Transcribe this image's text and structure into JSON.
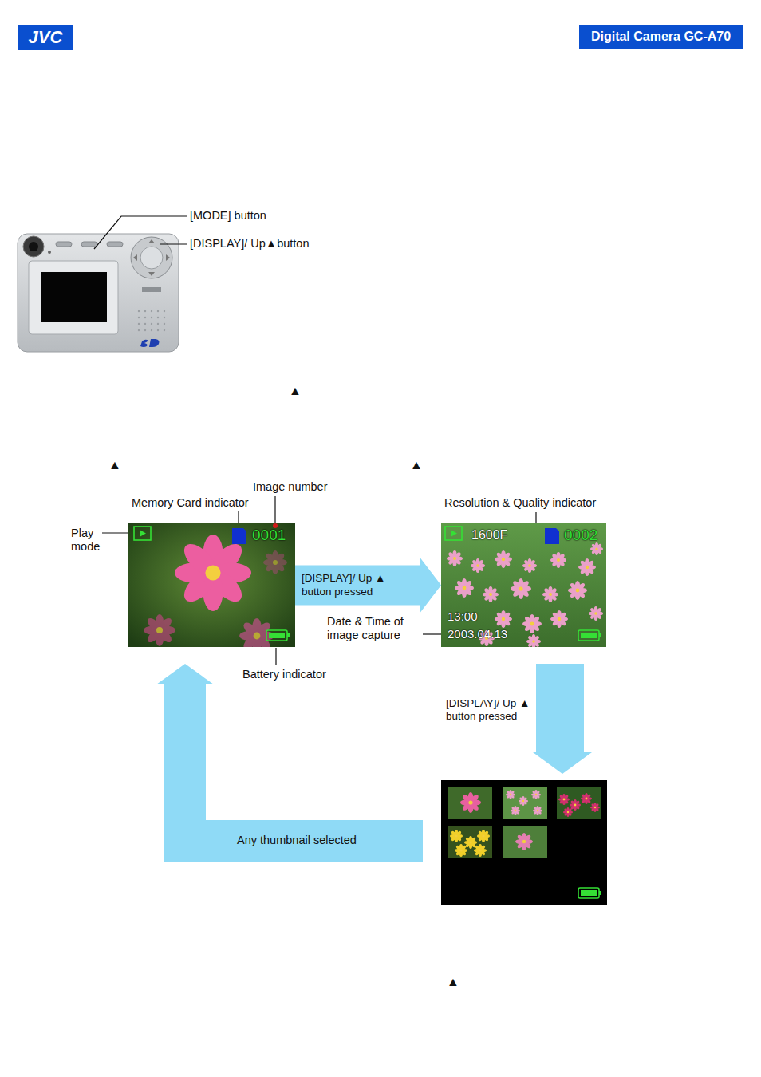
{
  "diagram": {
    "nodes": [
      {
        "text": [
          "JVC"
        ]
      },
      {
        "text": [
          "Digital Camera GC-A70"
        ]
      },
      {
        "text": [
          "0001"
        ]
      },
      {
        "text": [
          "1600F",
          "0002",
          "13:00",
          "2003.04.13"
        ]
      }
    ],
    "edges": [
      {
        "from": 2,
        "to": 3,
        "arrow": "to",
        "label": "[DISPLAY]/ Up ▲ button pressed"
      }
    ],
    "labels": [
      "[MODE] button",
      "[DISPLAY]/ Up▲button",
      "▲",
      "▲",
      "▲",
      "Image number",
      "Memory Card indicator",
      "Play mode",
      "Resolution & Quality indicator",
      "Date & Time of image capture",
      "Battery indicator",
      "[DISPLAY]/ Up ▲ button pressed",
      "Any thumbnail selected",
      "▲"
    ]
  }
}
